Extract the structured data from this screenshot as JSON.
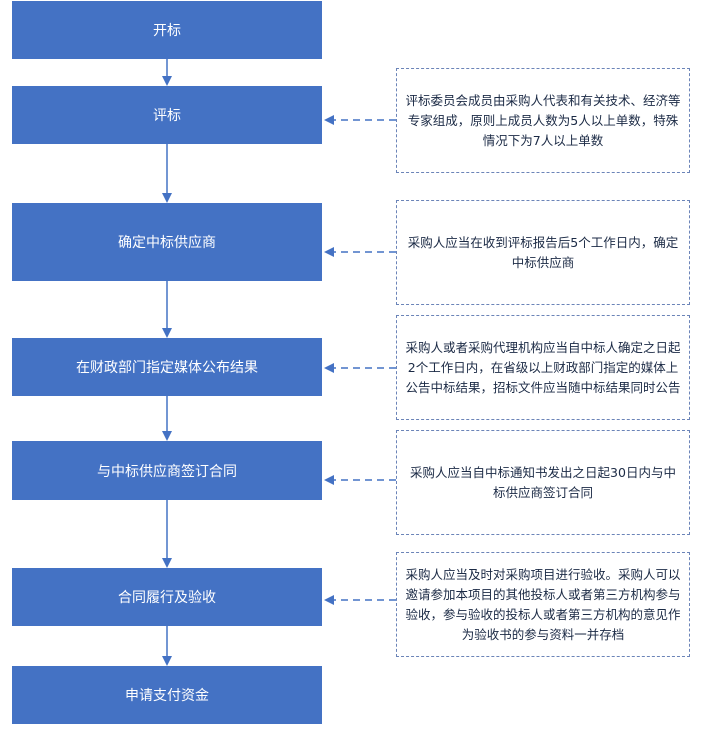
{
  "colors": {
    "step_fill": "#4472C4",
    "step_text": "#ffffff",
    "arrow": "#4472C4",
    "note_border": "#6b84b8"
  },
  "steps": [
    {
      "label": "开标"
    },
    {
      "label": "评标"
    },
    {
      "label": "确定中标供应商"
    },
    {
      "label": "在财政部门指定媒体公布结果"
    },
    {
      "label": "与中标供应商签订合同"
    },
    {
      "label": "合同履行及验收"
    },
    {
      "label": "申请支付资金"
    }
  ],
  "notes": [
    {
      "text": "评标委员会成员由采购人代表和有关技术、经济等专家组成，原则上成员人数为5人以上单数，特殊情况下为7人以上单数"
    },
    {
      "text": "采购人应当在收到评标报告后5个工作日内，确定中标供应商"
    },
    {
      "text": "采购人或者采购代理机构应当自中标人确定之日起2个工作日内，在省级以上财政部门指定的媒体上公告中标结果，招标文件应当随中标结果同时公告"
    },
    {
      "text": "采购人应当自中标通知书发出之日起30日内与中标供应商签订合同"
    },
    {
      "text": "采购人应当及时对采购项目进行验收。采购人可以邀请参加本项目的其他投标人或者第三方机构参与验收，参与验收的投标人或者第三方机构的意见作为验收书的参与资料一并存档"
    }
  ]
}
